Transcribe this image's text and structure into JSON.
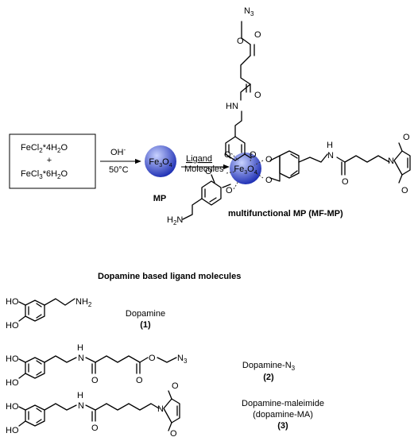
{
  "reagents": {
    "line1": "FeCl",
    "line1_sub": "2",
    "line1_rest": "*4H",
    "line1_sub2": "2",
    "line1_end": "O",
    "plus": "+",
    "line2": "FeCl",
    "line2_sub": "3",
    "line2_rest": "*6H",
    "line2_sub2": "2",
    "line2_end": "O"
  },
  "arrow1": {
    "top": "OH",
    "top_sup": "-",
    "bottom": "50°C"
  },
  "mp": {
    "core": "Fe",
    "core_sub1": "3",
    "core_o": "O",
    "core_sub2": "4",
    "label": "MP"
  },
  "arrow2": {
    "top": "Ligand",
    "bottom": "Molecules"
  },
  "mfmp": {
    "label": "multifunctional MP (MF-MP)"
  },
  "atoms": {
    "O": "O",
    "N3": "N",
    "N3_sub": "3",
    "HN": "HN",
    "H": "H",
    "N": "N",
    "H2N": "H",
    "H2N_sub": "2",
    "H2N_N": "N",
    "HO": "HO",
    "NH2": "NH",
    "NH2_sub": "2"
  },
  "section_title": "Dopamine based ligand molecules",
  "ligands": [
    {
      "name": "Dopamine",
      "number": "(1)"
    },
    {
      "name": "Dopamine-N",
      "name_sub": "3",
      "number": "(2)"
    },
    {
      "name": "Dopamine-maleimide",
      "name2": "(dopamine-MA)",
      "number": "(3)"
    }
  ],
  "colors": {
    "sphere_light": "#c8d2ff",
    "sphere_dark": "#1e2fb4"
  }
}
